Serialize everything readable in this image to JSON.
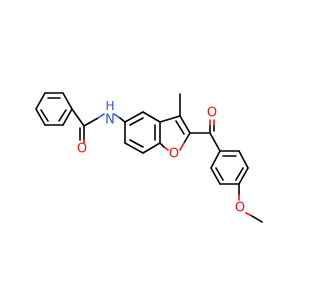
{
  "molecule": {
    "colors": {
      "carbon_bond": "#000000",
      "oxygen": "#ff0d0d",
      "nitrogen": "#3050f8"
    },
    "labels": {
      "amide_n": "N",
      "amide_h": "H",
      "amide_o": "O",
      "methyl": "methyl",
      "ketone_o": "O",
      "furan_o": "O",
      "ether_o": "O"
    },
    "methyl_text": "",
    "methyl_display": "methyl"
  }
}
